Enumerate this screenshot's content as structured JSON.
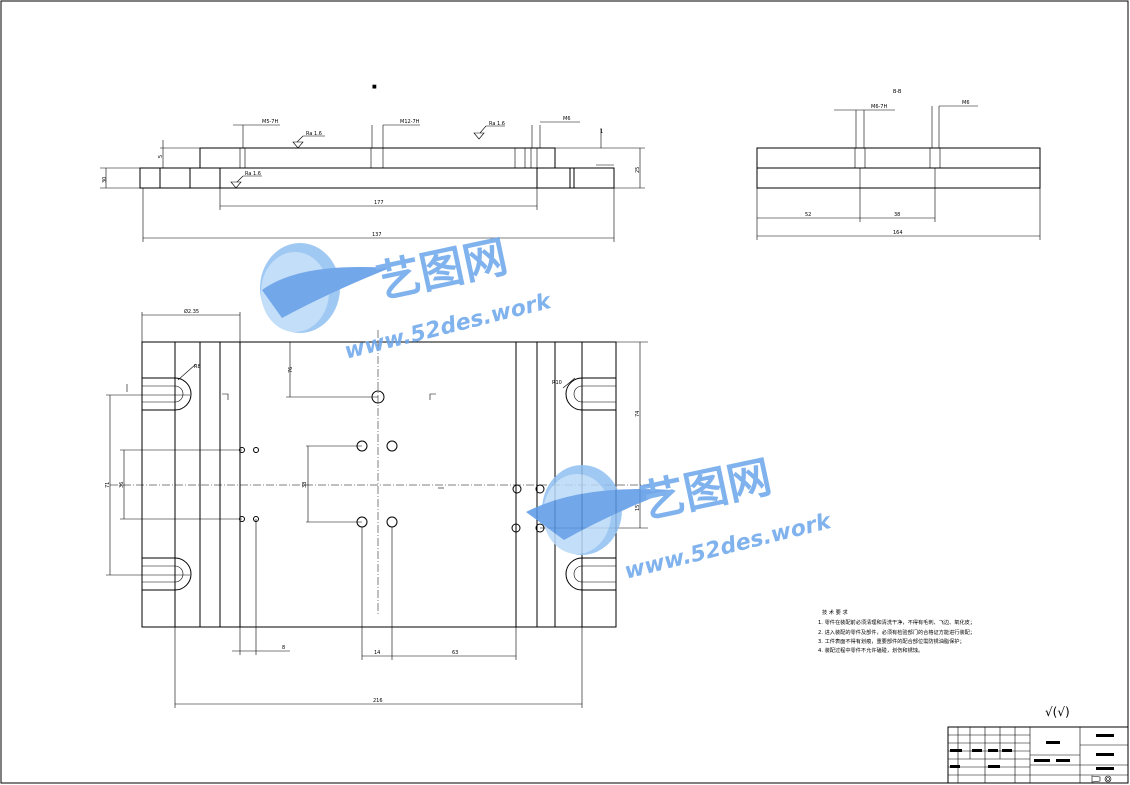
{
  "watermark": {
    "brand": "艺图网",
    "url": "www.52des.work",
    "color": "#6aa6ea"
  },
  "top_view": {
    "marker": "■",
    "dims": {
      "overall": "137",
      "inner": "177",
      "left_height": "30",
      "small_step": "5",
      "right_height": "25",
      "right_top": "1"
    },
    "callouts": {
      "thread_left": "M5-7H",
      "thread_mid": "M12-7H",
      "thread_right": "M6",
      "roughness_a": "Ra 1.6",
      "roughness_b": "Ra 1.6",
      "roughness_c": "Ra 1.6"
    }
  },
  "section_view": {
    "label": "B-B",
    "dims": {
      "left": "52",
      "mid": "38",
      "overall": "164"
    },
    "callouts": {
      "thread": "M6-7H",
      "thread_right": "M6"
    }
  },
  "plan_view": {
    "dims": {
      "top_width": "Ø2.35",
      "left_overall": "71",
      "left_inner": "36",
      "hole_offset": "76",
      "radius_left": "R8",
      "radius_right": "R10",
      "right_upper": "74",
      "right_lower": "15",
      "bottom_small": "8",
      "bottom_a": "14",
      "bottom_b": "63",
      "bottom_overall": "216",
      "mid_vertical": "38"
    }
  },
  "notes": {
    "title": "技 术 要 求",
    "items": [
      "1. 零件在装配前必须清理和清洗干净，不得有毛刺、飞边、氧化皮；",
      "2. 进入装配的零件及部件，必须有检验部门的合格证方能进行装配；",
      "3. 工件表面不得有划痕，重要部件的配合部位需防锈油脂保护；",
      "4. 装配过程中零件不允许磕碰，划伤和锈蚀。"
    ]
  },
  "roughness_symbol": "√(√)"
}
